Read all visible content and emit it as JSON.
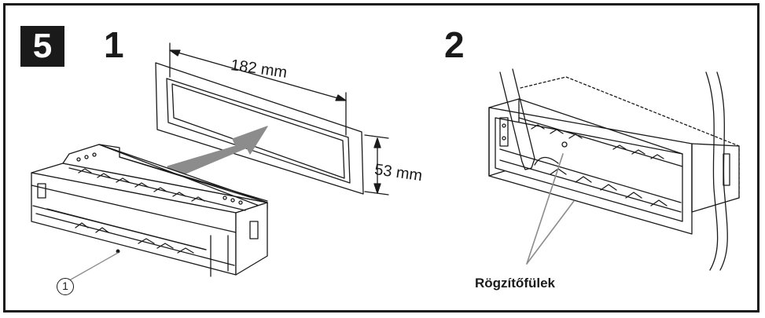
{
  "figure": {
    "step_badge": "5",
    "panels": [
      {
        "step": "1",
        "width_label": "182 mm",
        "height_label": "53 mm",
        "callout": "1"
      },
      {
        "step": "2",
        "caption": "Rögzítőfülek"
      }
    ],
    "colors": {
      "line": "#1a1a1a",
      "arrow": "#8c8c8c",
      "badge_bg": "#1a1a1a",
      "badge_text": "#ffffff"
    }
  }
}
